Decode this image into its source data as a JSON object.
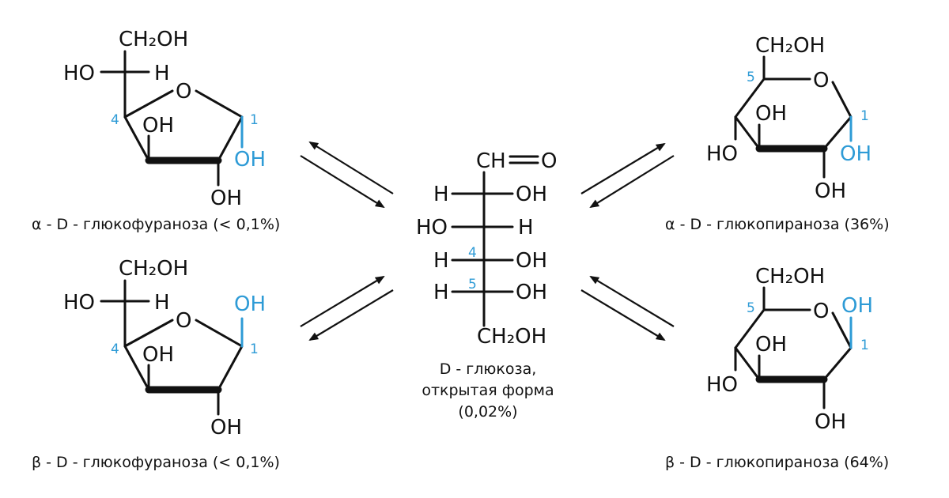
{
  "colors": {
    "ink": "#111111",
    "accent": "#2e9bd6",
    "background": "#ffffff"
  },
  "atoms": {
    "ch2oh": "CH₂OH",
    "ho": "HO",
    "h": "H",
    "o": "O",
    "oh": "OH",
    "cho": "CH",
    "o_double": "O"
  },
  "carbon_numbers": {
    "c1": "1",
    "c4": "4",
    "c5": "5"
  },
  "captions": {
    "alpha_furanose": "α - D - глюкофураноза (< 0,1%)",
    "beta_furanose": "β - D - глюкофураноза (< 0,1%)",
    "open_form_line1": "D - глюкоза,",
    "open_form_line2": "открытая форма",
    "open_form_line3": "(0,02%)",
    "alpha_pyranose": "α - D - глюкопираноза (36%)",
    "beta_pyranose": "β - D - глюкопираноза (64%)"
  },
  "equilibrium_arrows": [
    "reversible",
    "reversible",
    "reversible",
    "reversible"
  ]
}
